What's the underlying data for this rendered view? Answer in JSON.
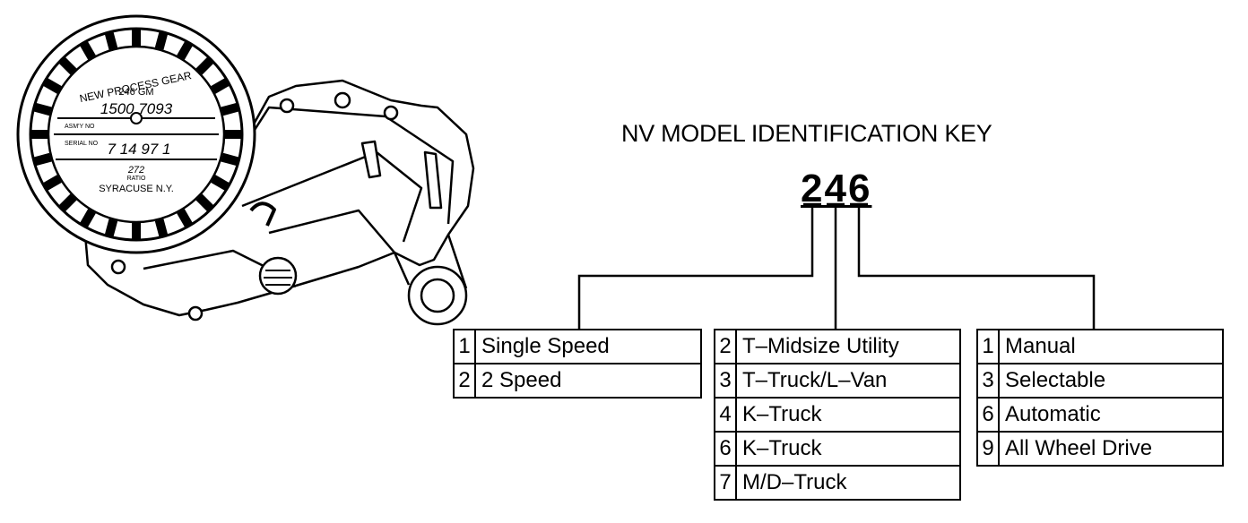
{
  "title": "NV MODEL IDENTIFICATION KEY",
  "model_number": "246",
  "label_plate": {
    "brand": "NEW PROCESS GEAR",
    "model_line": "246 GM",
    "assembly_label": "ASM'Y NO",
    "assembly_number": "1500 7093",
    "serial_label": "SERIAL NO",
    "serial_number": "7 14 97 1",
    "ratio_value": "272",
    "ratio_label": "RATIO",
    "city": "SYRACUSE N.Y."
  },
  "tables": {
    "speed": [
      {
        "code": "1",
        "label": "Single Speed"
      },
      {
        "code": "2",
        "label": "2 Speed"
      }
    ],
    "vehicle": [
      {
        "code": "2",
        "label": "T–Midsize Utility"
      },
      {
        "code": "3",
        "label": "T–Truck/L–Van"
      },
      {
        "code": "4",
        "label": "K–Truck"
      },
      {
        "code": "6",
        "label": "K–Truck"
      },
      {
        "code": "7",
        "label": "M/D–Truck"
      }
    ],
    "mode": [
      {
        "code": "1",
        "label": "Manual"
      },
      {
        "code": "3",
        "label": "Selectable"
      },
      {
        "code": "6",
        "label": "Automatic"
      },
      {
        "code": "9",
        "label": "All Wheel Drive"
      }
    ]
  }
}
